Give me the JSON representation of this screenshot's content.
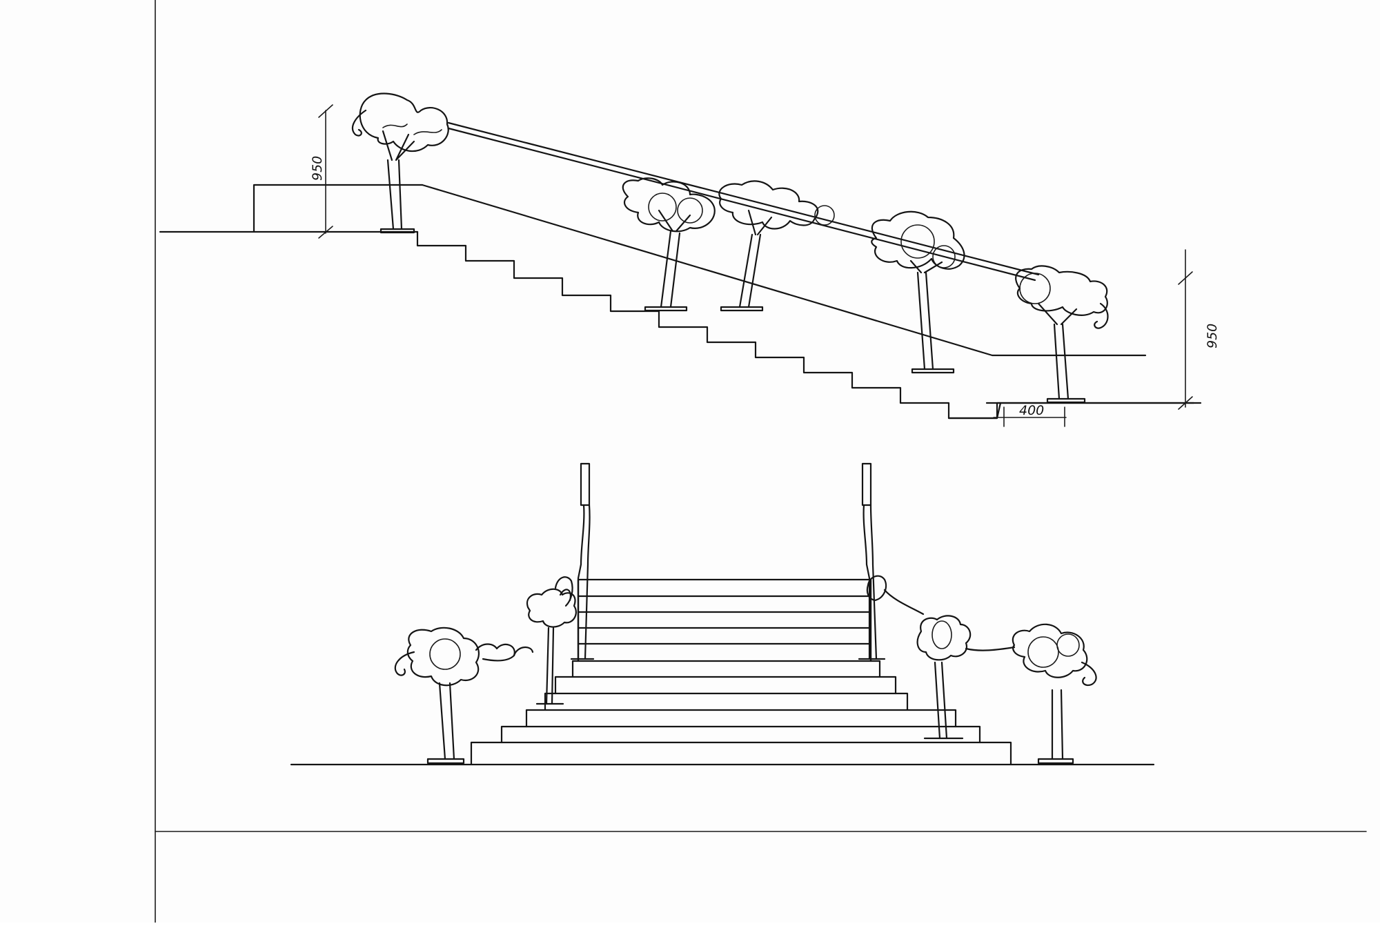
{
  "drawing": {
    "ink_color": "#141414",
    "paper_color": "#fdfdfd",
    "views": [
      {
        "name": "side-elevation"
      },
      {
        "name": "front-elevation"
      }
    ]
  },
  "dimensions": {
    "top_rail_height": "950",
    "bottom_rail_height": "950",
    "post_offset": "400"
  }
}
